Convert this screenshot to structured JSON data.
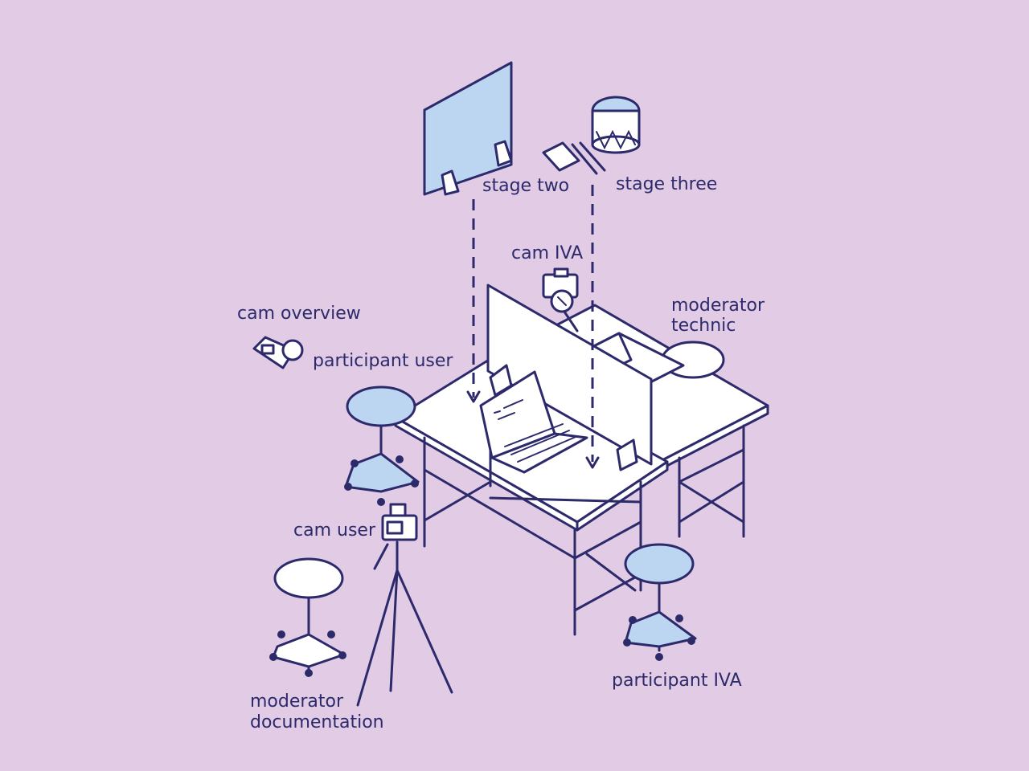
{
  "labels": {
    "stage_two": "stage two",
    "stage_three": "stage three",
    "cam_iva": "cam IVA",
    "cam_overview": "cam overview",
    "moderator_technic_1": "moderator",
    "moderator_technic_2": "technic",
    "participant_user": "participant user",
    "cam_user": "cam user",
    "participant_iva": "participant IVA",
    "moderator_documentation_1": "moderator",
    "moderator_documentation_2": "documentation"
  },
  "colors": {
    "background": "#e2cbe5",
    "line": "#2c2a6b",
    "fill_light_blue": "#bcd6f2",
    "fill_white": "#ffffff"
  }
}
